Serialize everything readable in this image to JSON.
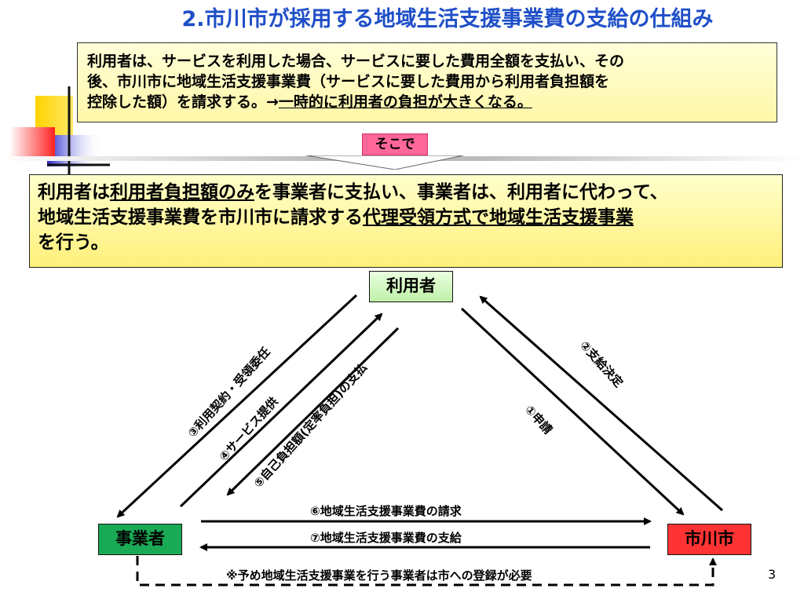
{
  "title": "2.市川市が採用する地域生活支援事業費の支給の仕組み",
  "box1": {
    "line1": "利用者は、サービスを利用した場合、サービスに要した費用全額を支払い、その",
    "line2": "後、市川市に地域生活支援事業費（サービスに要した費用から利用者負担額を",
    "line3_plain": "控除した額）を請求する。→",
    "line3_underline": "一時的に利用者の負担が大きくなる。"
  },
  "sokode": "そこで",
  "box2": {
    "p1": "利用者は",
    "u1": "利用者負担額のみ",
    "p2": "を事業者に支払い、事業者は、利用者に代わって、",
    "p3": "地域生活支援事業費を市川市に請求する",
    "u2": "代理受領方式で地域生活支援事業",
    "p4": "を行う。"
  },
  "nodes": {
    "user": "利用者",
    "provider": "事業者",
    "city": "市川市"
  },
  "edges": {
    "e1": "①申請",
    "e2": "②支給決定",
    "e3": "③利用契約・受領委任",
    "e4": "④サービス提供",
    "e5": "⑤自己負担額(定率負担)の支払",
    "e6": "⑥地域生活支援事業費の請求",
    "e7": "⑦地域生活支援事業費の支給"
  },
  "note": "※予め地域生活支援事業を行う事業者は市への登録が必要",
  "page_number": "3",
  "colors": {
    "title": "#1f4fc8",
    "sokode_bg": "#ff6699",
    "provider_bg": "#1aaa55",
    "city_bg": "#ff3333",
    "user_bg": "#bff0a8"
  }
}
